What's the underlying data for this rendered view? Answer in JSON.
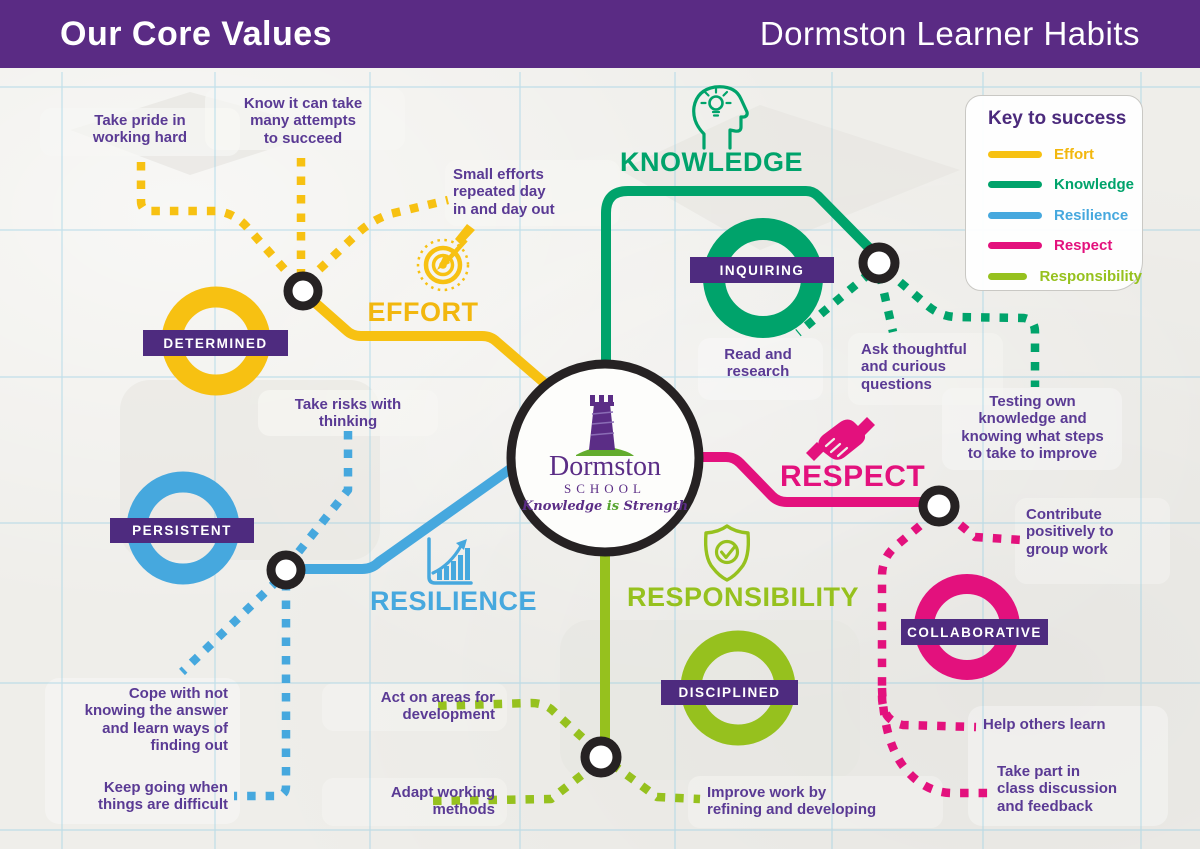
{
  "header": {
    "left_title": "Our Core Values",
    "right_title": "Dormston Learner Habits"
  },
  "center_logo": {
    "name": "Dormston",
    "subtitle": "SCHOOL",
    "motto": {
      "part1": "Knowledge",
      "part2": "is",
      "part3": "Strength"
    }
  },
  "legend": {
    "title": "Key to success",
    "items": [
      {
        "label": "Effort",
        "color": "#F2B70E"
      },
      {
        "label": "Knowledge",
        "color": "#00A36B"
      },
      {
        "label": "Resilience",
        "color": "#46A8DE"
      },
      {
        "label": "Respect",
        "color": "#E3117D"
      },
      {
        "label": "Responsibility",
        "color": "#96C11E"
      }
    ]
  },
  "colors": {
    "header_purple": "#5A2B84",
    "badge_purple": "#4E2B7F",
    "note_purple": "#5A3A94",
    "line_black": "#262223",
    "background": "#EFEEEA"
  },
  "lines": [
    {
      "name": "EFFORT",
      "station": "DETERMINED",
      "color": "#F7C112",
      "icon": "target-dart-icon",
      "branches": [
        "Take pride in\nworking hard",
        "Know it can take\nmany attempts\nto succeed",
        "Small efforts\nrepeated day\nin and day out"
      ]
    },
    {
      "name": "KNOWLEDGE",
      "station": "INQUIRING",
      "color": "#00A36B",
      "icon": "head-lightbulb-icon",
      "branches": [
        "Read and\nresearch",
        "Ask thoughtful\nand curious\nquestions",
        "Testing own\nknowledge and\nknowing what steps\nto take to improve"
      ]
    },
    {
      "name": "RESILIENCE",
      "station": "PERSISTENT",
      "color": "#46A8DE",
      "icon": "growth-chart-icon",
      "branches": [
        "Take risks with\nthinking",
        "Cope with not\nknowing the answer\nand learn ways of\nfinding out",
        "Keep going when\nthings are difficult"
      ]
    },
    {
      "name": "RESPECT",
      "station": "COLLABORATIVE",
      "color": "#E3117D",
      "icon": "handshake-icon",
      "branches": [
        "Contribute\npositively to\ngroup work",
        "Help others learn",
        "Take part in\nclass discussion\nand feedback"
      ]
    },
    {
      "name": "RESPONSIBILITY",
      "station": "DISCIPLINED",
      "color": "#96C11E",
      "icon": "shield-check-icon",
      "branches": [
        "Act on areas for\ndevelopment",
        "Adapt working\nmethods",
        "Improve work by\nrefining and developing"
      ]
    }
  ]
}
